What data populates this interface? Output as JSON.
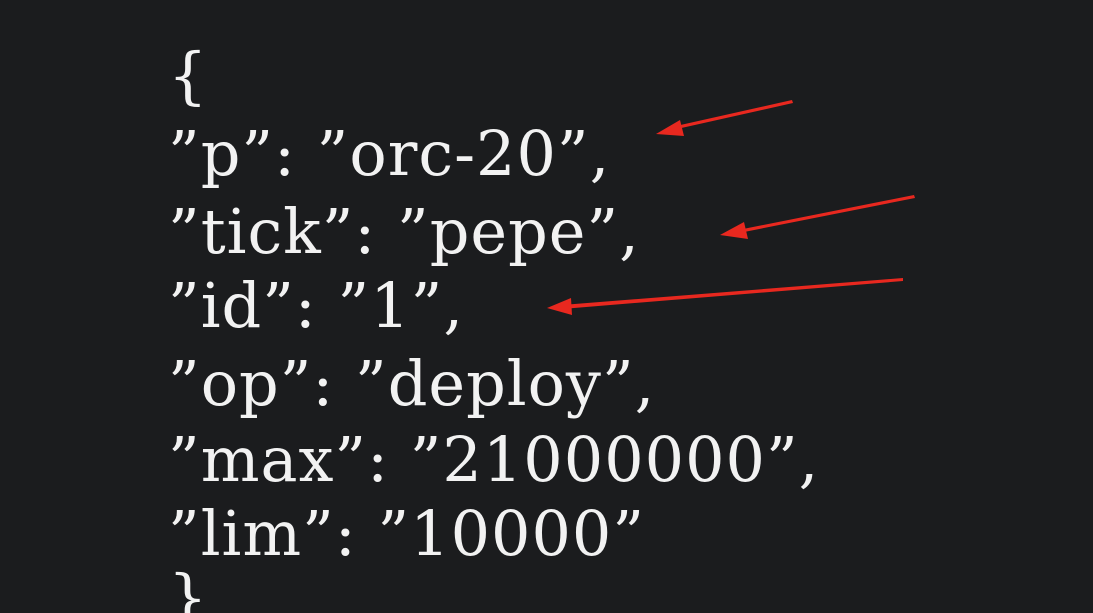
{
  "code_lines": [
    "{",
    "”p”: ”orc-20”,",
    "”tick”: ”pepe”,",
    "”id”: ”1”,",
    "”op”: ”deploy”,",
    "”max”: ”21000000”,",
    "”lim”: ”10000”",
    "}"
  ],
  "colors": {
    "background": "#1b1c1e",
    "text": "#f2f2f2",
    "annotation_arrow": "#e8281f"
  },
  "annotations": [
    {
      "name": "arrow-to-p-value",
      "icon": "red-arrow-icon"
    },
    {
      "name": "arrow-to-tick-value",
      "icon": "red-arrow-icon"
    },
    {
      "name": "arrow-to-id-value",
      "icon": "red-arrow-icon"
    }
  ]
}
